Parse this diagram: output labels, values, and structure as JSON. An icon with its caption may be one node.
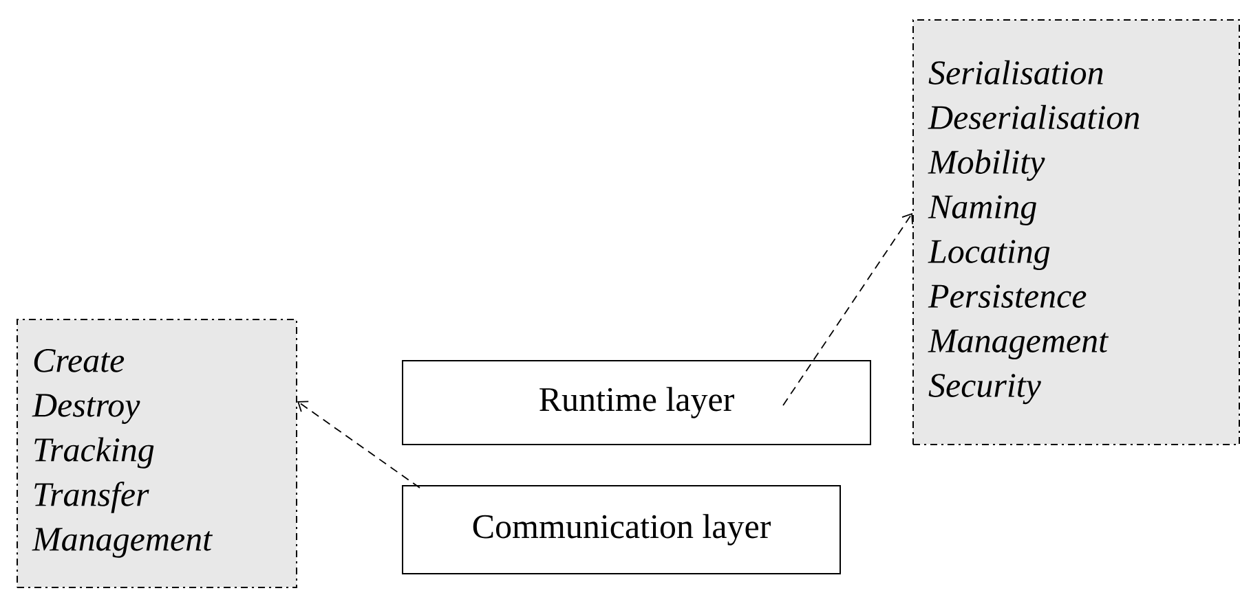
{
  "diagram": {
    "nodes": [
      {
        "text": [
          "Runtime layer"
        ]
      },
      {
        "text": [
          "Communication layer"
        ]
      },
      {
        "text": [
          "Serialisation",
          "Deserialisation",
          "Mobility",
          "Naming",
          "Locating",
          "Persistence",
          "Management",
          "Security"
        ]
      },
      {
        "text": [
          "Create",
          "Destroy",
          "Tracking",
          "Transfer",
          "Management"
        ]
      }
    ],
    "edges": [
      {
        "from": 0,
        "to": 2,
        "arrow": "to",
        "style": "dashed"
      },
      {
        "from": 1,
        "to": 3,
        "arrow": "to",
        "style": "dashed"
      }
    ]
  }
}
